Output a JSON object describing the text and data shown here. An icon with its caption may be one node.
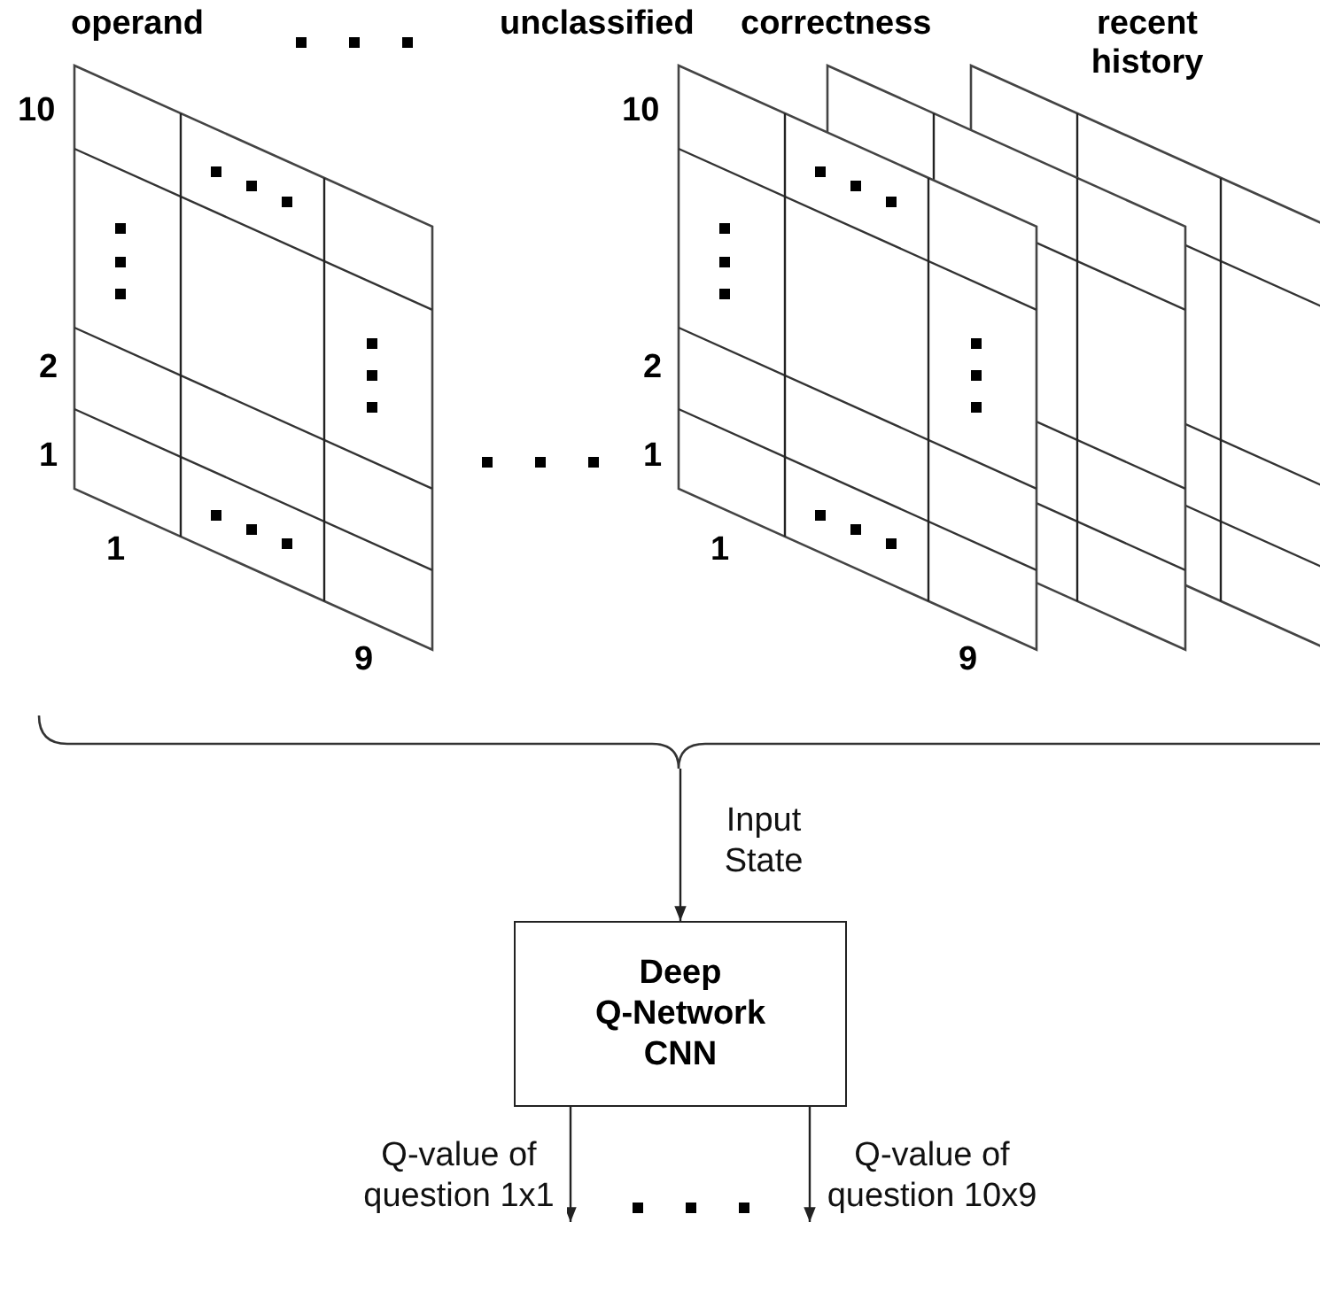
{
  "diagram": {
    "nodes": [
      {
        "text": [],
        "shape": "bracket"
      },
      {
        "text": [
          "Deep Q-Network CNN"
        ]
      }
    ],
    "edges": [
      {
        "from": 0,
        "to": 1,
        "arrow": "to",
        "label": "Input State"
      },
      {
        "from": 1,
        "to": null,
        "arrow": "to",
        "label": "Q-value of question 1x1"
      },
      {
        "from": 1,
        "to": null,
        "arrow": "to",
        "label": "Q-value of question 10x9"
      }
    ],
    "labels": [
      "operand",
      "unclassified",
      "correctness",
      "recent history",
      "10",
      "2",
      "1",
      "1",
      "9",
      "10",
      "2",
      "1",
      "1",
      "9"
    ]
  }
}
